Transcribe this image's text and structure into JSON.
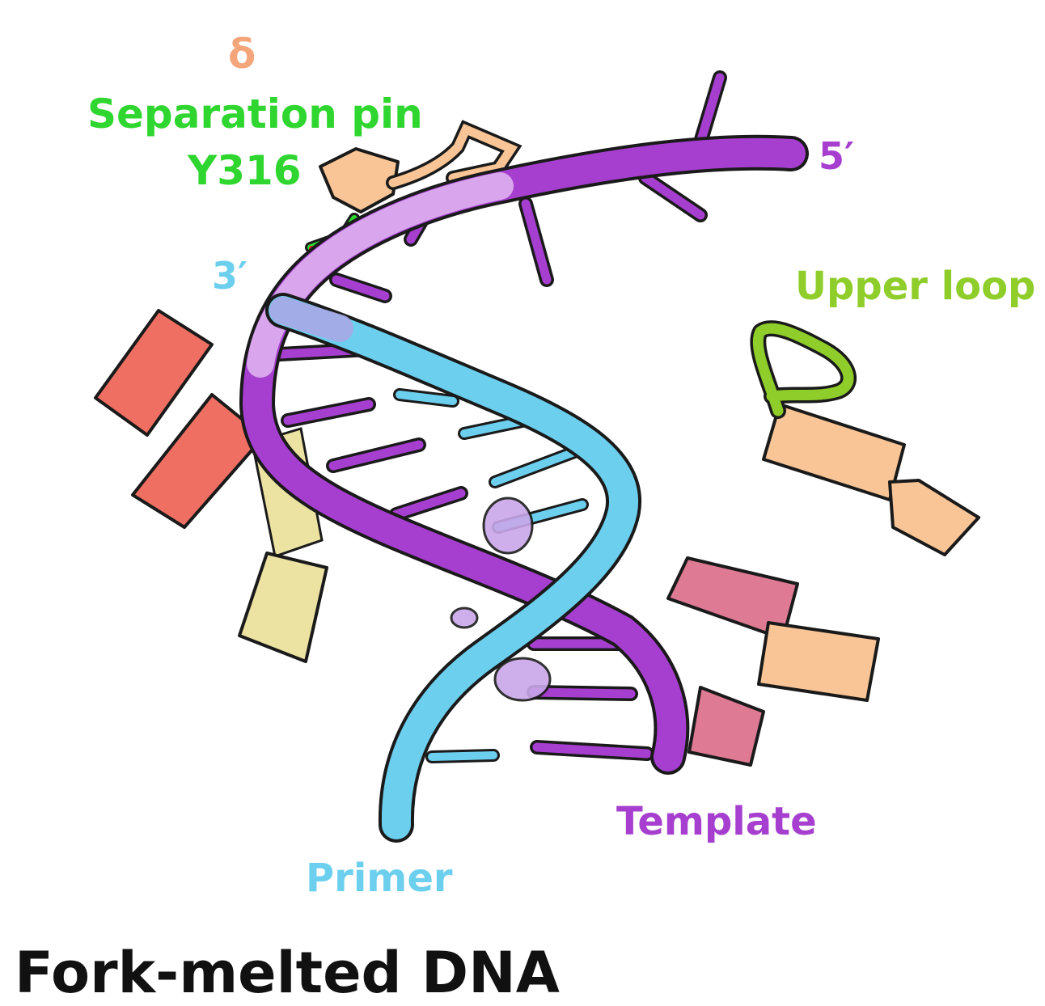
{
  "labels": {
    "delta": "δ",
    "separation_pin": "Separation pin",
    "y316": "Y316",
    "three_prime": "3′",
    "five_prime": "5′",
    "upper_loop": "Upper loop",
    "template": "Template",
    "primer": "Primer",
    "bottom_partial": "Fork-melted DNA"
  },
  "colors": {
    "template": "#a63fcf",
    "template_light": "#e2b8f2",
    "primer": "#6ccfee",
    "delta": "#f4a57a",
    "separation_pin": "#2fd62f",
    "upper_loop": "#8fcd2a",
    "helix_red": "#ef6f63",
    "helix_yellow": "#ece2a2",
    "helix_pink": "#df7a95",
    "helix_peach": "#f9c596",
    "outline": "#1a1a1a"
  }
}
